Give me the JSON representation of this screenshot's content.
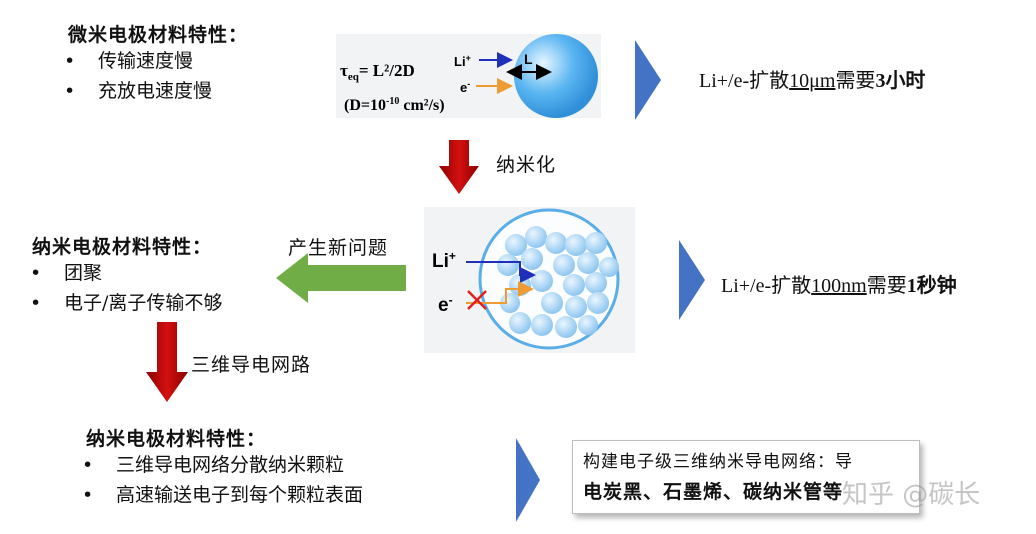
{
  "sec1": {
    "title": "微米电极材料特性：",
    "bullets": [
      "传输速度慢",
      "充放电速度慢"
    ],
    "result": {
      "prefix": "Li+/e-扩散",
      "distance": "10μm",
      "middle": "需要",
      "time": "3小时"
    }
  },
  "figure1": {
    "tau": "τ",
    "tau_sub": "eq",
    "eq_rest": "= L²/2D",
    "d_text": "(D=10",
    "d_exp": "-10",
    "d_units": " cm²/s)",
    "li": "Li",
    "li_sup": "+",
    "e": "e",
    "e_sup": "-",
    "l_label": "L"
  },
  "arrow_nano_label": "纳米化",
  "sec2": {
    "title": "纳米电极材料特性：",
    "bullets": [
      "团聚",
      "电子/离子传输不够"
    ],
    "problem_label": "产生新问题",
    "result": {
      "prefix": "Li+/e-扩散",
      "distance": "100nm",
      "middle": "需要",
      "time": "1秒钟"
    }
  },
  "figure2": {
    "li": "Li",
    "li_sup": "+",
    "e": "e",
    "e_sup": "-"
  },
  "arrow_network_label": "三维导电网路",
  "sec3": {
    "title": "纳米电极材料特性：",
    "bullets": [
      "三维导电网络分散纳米颗粒",
      "高速输送电子到每个颗粒表面"
    ],
    "box_line1": "构建电子级三维纳米导电网络：导",
    "box_line2": "电炭黑、石墨烯、碳纳米管等"
  },
  "watermark": "知乎 @碳长",
  "colors": {
    "red_arrow": "#c00000",
    "green_arrow": "#70ad47",
    "blue_chevron": "#4472c4",
    "sphere": "#4aa8ec",
    "nano_particle": "#a9d4f5",
    "li_arrow": "#1f2fb8",
    "e_arrow": "#ed9b33",
    "cross": "#e02020"
  }
}
